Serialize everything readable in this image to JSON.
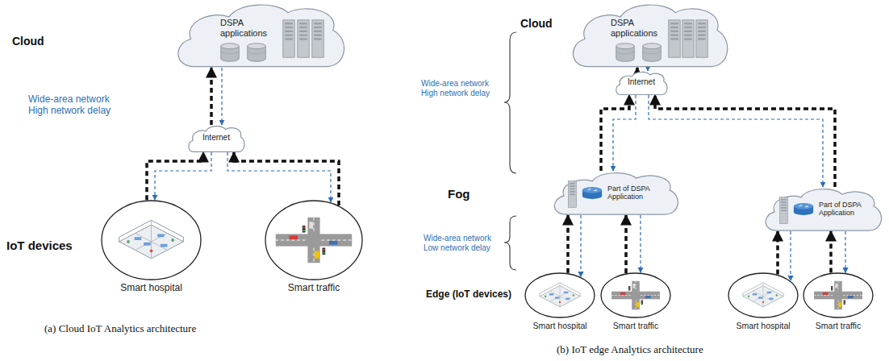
{
  "diagram": {
    "nodes": [
      {
        "text": [
          "DSPA applications"
        ]
      },
      {
        "text": [
          "Internet"
        ]
      },
      {
        "text": [
          "Smart hospital"
        ]
      },
      {
        "text": [
          "Smart traffic"
        ]
      },
      {
        "text": [
          "DSPA applications"
        ]
      },
      {
        "text": [
          "Internet"
        ]
      },
      {
        "text": [
          "Part of DSPA Application"
        ]
      },
      {
        "text": [
          "Part of DSPA Application"
        ]
      },
      {
        "text": [
          "Smart hospital"
        ]
      },
      {
        "text": [
          "Smart traffic"
        ]
      },
      {
        "text": [
          "Smart hospital"
        ]
      },
      {
        "text": [
          "Smart traffic"
        ]
      }
    ],
    "edges": [
      {
        "from": 1,
        "to": 0,
        "arrow": "to"
      },
      {
        "from": 0,
        "to": 1,
        "arrow": "to"
      },
      {
        "from": 2,
        "to": 1,
        "arrow": "to"
      },
      {
        "from": 1,
        "to": 2,
        "arrow": "to"
      },
      {
        "from": 3,
        "to": 1,
        "arrow": "to"
      },
      {
        "from": 1,
        "to": 3,
        "arrow": "to"
      },
      {
        "from": 5,
        "to": 4,
        "arrow": "to"
      },
      {
        "from": 4,
        "to": 5,
        "arrow": "to"
      },
      {
        "from": 6,
        "to": 5,
        "arrow": "to"
      },
      {
        "from": 5,
        "to": 6,
        "arrow": "to"
      },
      {
        "from": 7,
        "to": 5,
        "arrow": "to"
      },
      {
        "from": 5,
        "to": 7,
        "arrow": "to"
      },
      {
        "from": 8,
        "to": 6,
        "arrow": "to"
      },
      {
        "from": 6,
        "to": 8,
        "arrow": "to"
      },
      {
        "from": 9,
        "to": 6,
        "arrow": "to"
      },
      {
        "from": 6,
        "to": 9,
        "arrow": "to"
      },
      {
        "from": 10,
        "to": 7,
        "arrow": "to"
      },
      {
        "from": 7,
        "to": 10,
        "arrow": "to"
      },
      {
        "from": 11,
        "to": 7,
        "arrow": "to"
      },
      {
        "from": 7,
        "to": 11,
        "arrow": "to"
      }
    ],
    "labels": [
      "Cloud",
      "Wide-area network High network delay",
      "IoT devices",
      "(a) Cloud IoT Analytics architecture",
      "Cloud",
      "Wide-area network High network delay",
      "Fog",
      "Wide-area network Low network delay",
      "Edge (IoT devices)",
      "(b) IoT edge Analytics architecture"
    ]
  }
}
